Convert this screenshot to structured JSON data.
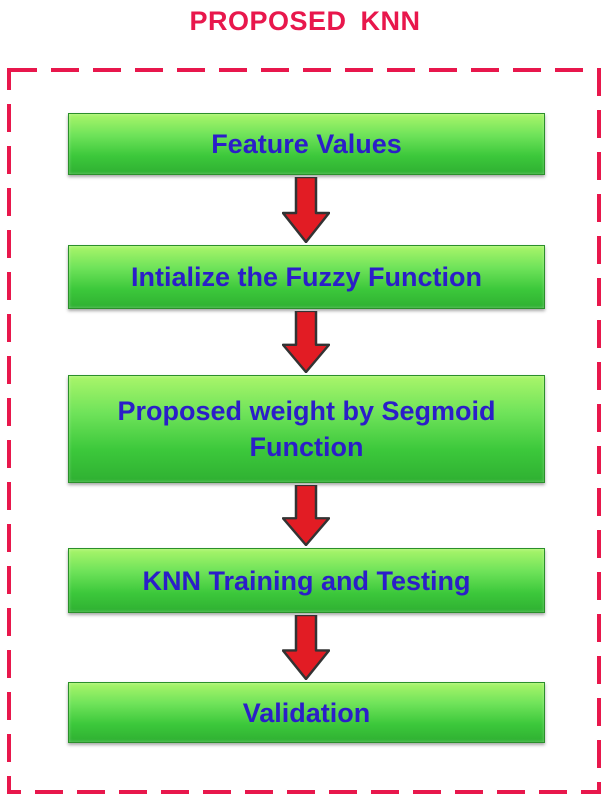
{
  "title": "PROPOSED  KNN",
  "steps": [
    "Feature Values",
    "Intialize the Fuzzy Function",
    "Proposed weight by Segmoid Function",
    "KNN Training and Testing",
    "Validation"
  ],
  "colors": {
    "title": "#e8174c",
    "frame_dash": "#e8174c",
    "box_fill": "#5fdc4f",
    "box_text": "#2b1ec9",
    "arrow_fill": "#e21c24"
  }
}
